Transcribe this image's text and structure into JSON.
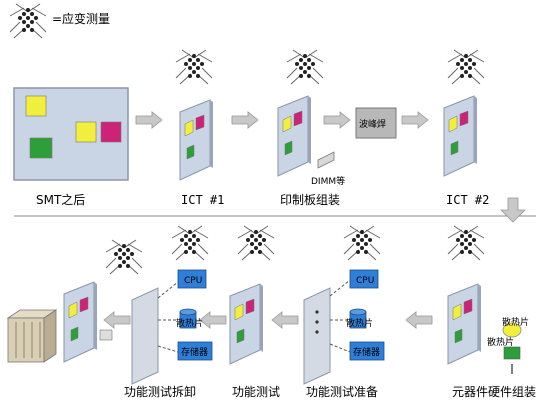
{
  "legend": {
    "icon": "strain-gauge-icon",
    "text": "=应变测量"
  },
  "stages_top": {
    "smt": "SMT之后",
    "ict1": "ICT #1",
    "pcb_assembly": "印制板组装",
    "ict2": "ICT #2",
    "dimm_note": "DIMM等",
    "wave_solder": "波峰焊"
  },
  "stages_bottom": {
    "func_disassembly": "功能测试拆卸",
    "func_test": "功能测试",
    "func_prep": "功能测试准备",
    "component_assembly": "元器件硬件组装"
  },
  "parts": {
    "cpu": "CPU",
    "heatsink": "散热片",
    "memory": "存储器"
  },
  "colors": {
    "board": "#c9d4e4",
    "arrow": "#c8c8c8",
    "yellow": "#f2ee3c",
    "magenta": "#cc2277",
    "green": "#2e9e3a",
    "blue": "#2f7fd9"
  }
}
